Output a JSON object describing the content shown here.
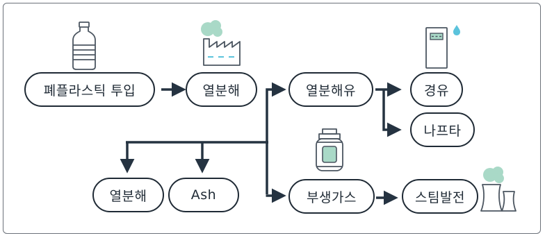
{
  "nodes": {
    "plastic_input": "폐플라스틱 투입",
    "pyrolysis_top": "열분해",
    "pyrolysis_oil": "열분해유",
    "diesel": "경유",
    "naphtha": "나프타",
    "pyrolysis_bottom": "열분해",
    "ash": "Ash",
    "byproduct_gas": "부생가스",
    "steam_power": "스팀발전"
  },
  "colors": {
    "line": "#253341",
    "icon_stroke": "#4b5560",
    "accent_green": "#a9d9c7",
    "accent_blue": "#5bc3dc"
  },
  "icons": [
    "bottle-icon",
    "factory-icon",
    "fuel-pump-icon",
    "gas-cylinder-icon",
    "power-plant-icon"
  ]
}
